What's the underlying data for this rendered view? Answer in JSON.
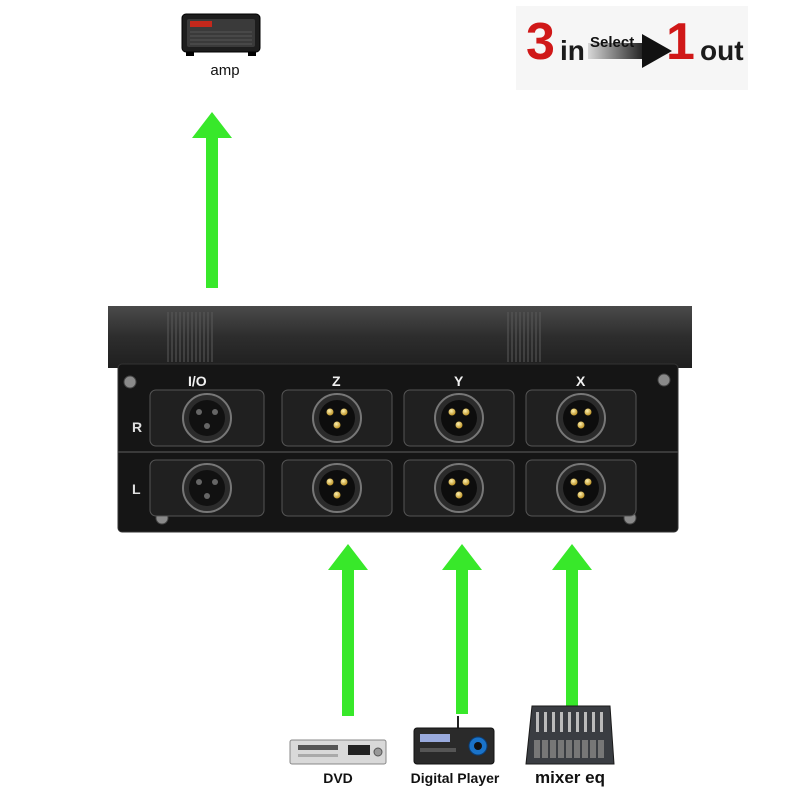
{
  "amp": {
    "label": "amp"
  },
  "logo": {
    "inputs_number": "3",
    "inputs_word": "in",
    "select_word": "Select",
    "outputs_number": "1",
    "outputs_word": "out"
  },
  "panel": {
    "port_labels": [
      "I/O",
      "Z",
      "Y",
      "X"
    ],
    "row_labels": [
      "R",
      "L"
    ]
  },
  "sources": [
    {
      "label": "DVD"
    },
    {
      "label": "Digital Player"
    },
    {
      "label": "mixer eq"
    }
  ],
  "colors": {
    "arrow": "#38e82a",
    "logo_number": "#d01818",
    "chassis": "#2a2a2a",
    "panel": "#151515"
  },
  "icons": [
    "amp-icon",
    "dvd-player-icon",
    "digital-player-icon",
    "mixer-icon",
    "xlr-female-icon",
    "xlr-male-icon",
    "select-arrow-icon",
    "arrow-up-icon"
  ]
}
